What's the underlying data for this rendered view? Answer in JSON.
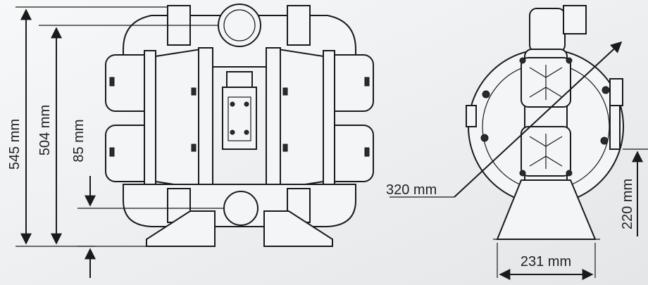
{
  "dimensions": {
    "height_total": "545 mm",
    "height_top": "504 mm",
    "height_outlet": "85 mm",
    "diameter": "320 mm",
    "width_base": "231 mm",
    "height_side": "220 mm"
  },
  "colors": {
    "background_top": "#f7f8f9",
    "background_bottom": "#e4e6e8",
    "line": "#1a1a1a",
    "fill": "#f4f5f6"
  }
}
